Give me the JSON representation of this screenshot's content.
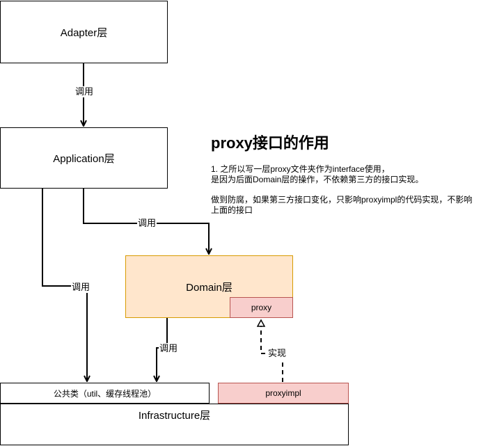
{
  "nodes": {
    "adapter": "Adapter层",
    "application": "Application层",
    "domain": "Domain层",
    "proxy": "proxy",
    "common": "公共类（util、缓存线程池）",
    "proxyimpl": "proxyimpl",
    "infrastructure": "Infrastructure层"
  },
  "edges": {
    "adapter_to_application": "调用",
    "application_to_domain": "调用",
    "application_to_common": "调用",
    "domain_to_common": "调用",
    "proxyimpl_to_proxy": "实现"
  },
  "note": {
    "title": "proxy接口的作用",
    "line1": "1. 之所以写一层proxy文件夹作为interface使用，",
    "line2": "是因为后面Domain层的操作，不依赖第三方的接口实现。",
    "line3": "做到防腐，如果第三方接口变化，只影响proxyimpl的代码实现，不影响上面的接口"
  },
  "colors": {
    "domain_fill": "#ffe6cc",
    "domain_stroke": "#d79b00",
    "proxy_fill": "#f8cecc",
    "proxy_stroke": "#b85450"
  }
}
